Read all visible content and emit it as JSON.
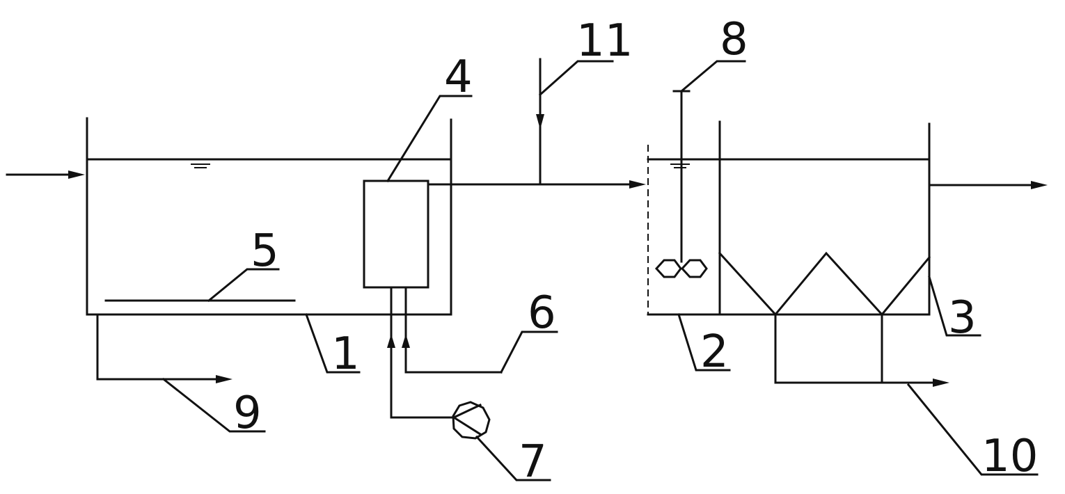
{
  "diagram": {
    "labels": {
      "l1": "1",
      "l2": "2",
      "l3": "3",
      "l4": "4",
      "l5": "5",
      "l6": "6",
      "l7": "7",
      "l8": "8",
      "l9": "9",
      "l10": "10",
      "l11": "11"
    },
    "line_color": "#111111",
    "background": "#ffffff"
  }
}
